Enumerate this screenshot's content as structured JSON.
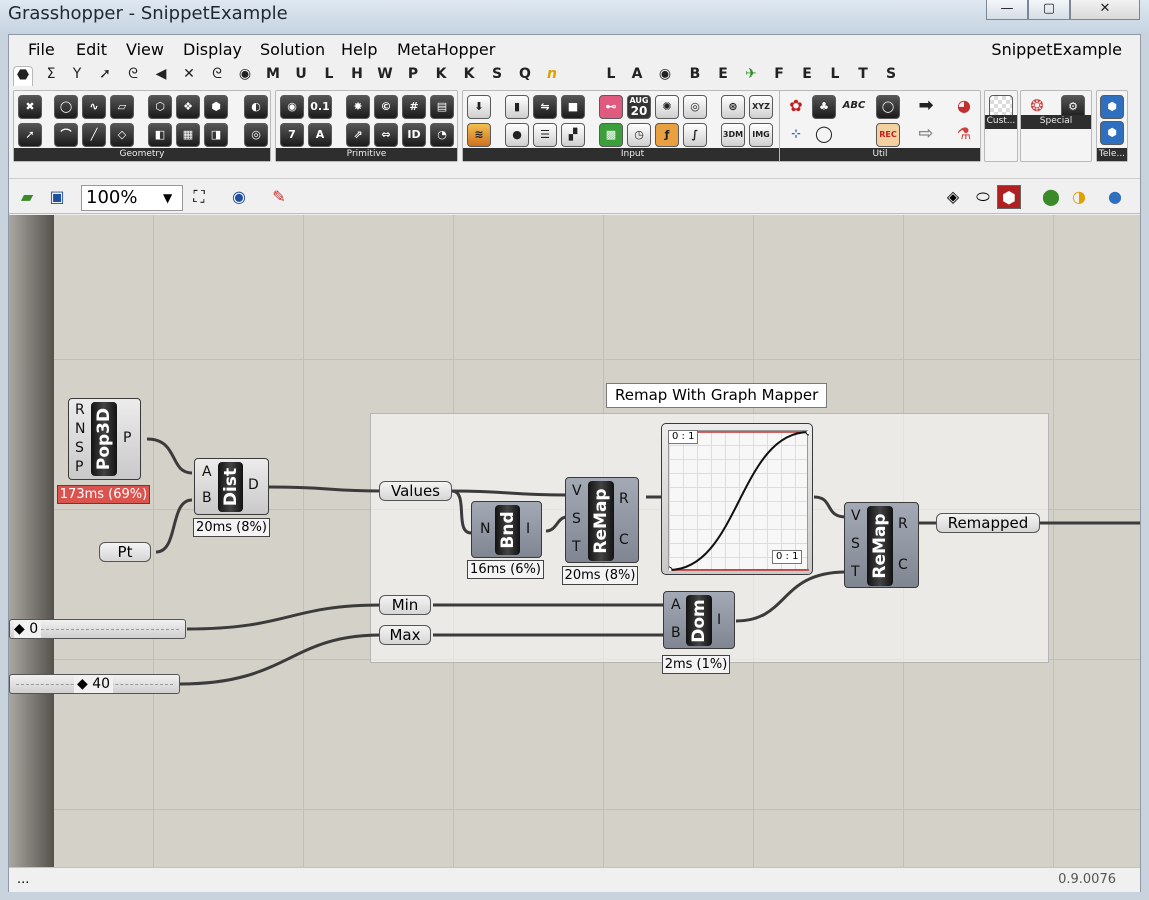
{
  "window": {
    "title": "Grasshopper - SnippetExample",
    "btn_min": "—",
    "btn_max": "▢",
    "btn_close": "✕"
  },
  "menu": {
    "items": [
      "File",
      "Edit",
      "View",
      "Display",
      "Solution",
      "Help",
      "MetaHopper"
    ],
    "doc_name": "SnippetExample"
  },
  "tabs": [
    "⬣",
    "Σ",
    "Y",
    "➚",
    "ᘓ",
    "◀",
    "✕",
    "ᘓ",
    "◉",
    "M",
    "U",
    "L",
    "H",
    "W",
    "P",
    "K",
    "K",
    "S",
    "Q",
    "n",
    "L",
    "A",
    "◉",
    "B",
    "E",
    "✈",
    "F",
    "E",
    "L",
    "T",
    "S"
  ],
  "ribbon": {
    "groups": [
      "Geometry",
      "Primitive",
      "Input",
      "Util",
      "Cust...",
      "Special",
      "Tele..."
    ],
    "input_icons": {
      "date_month": "AUG",
      "date_day": "20",
      "xyz": "XYZ",
      "d3dm": "3DM",
      "img": "IMG",
      "rec": "REC",
      "abc": "ABC"
    },
    "primitive_icons": {
      "val01": "0.1",
      "seven": "7",
      "A": "A",
      "ID": "ID"
    }
  },
  "toolbar": {
    "zoom": "100%"
  },
  "canvas": {
    "group_label": "Remap With Graph Mapper",
    "pop3d": {
      "name": "Pop3D",
      "inputs": [
        "R",
        "N",
        "S",
        "P"
      ],
      "output": "P",
      "timing": "173ms (69%)"
    },
    "dist": {
      "name": "Dist",
      "inputs": [
        "A",
        "B"
      ],
      "output": "D",
      "timing": "20ms (8%)"
    },
    "pt_param": "Pt",
    "values_param": "Values",
    "bnd": {
      "name": "Bnd",
      "input": "N",
      "output": "I",
      "timing": "16ms (6%)"
    },
    "remap1": {
      "name": "ReMap",
      "inputs": [
        "V",
        "S",
        "T"
      ],
      "outputs": [
        "R",
        "C"
      ],
      "timing": "20ms (8%)"
    },
    "graph": {
      "tag_tl": "0 : 1",
      "tag_br": "0 : 1"
    },
    "remap2": {
      "name": "ReMap",
      "inputs": [
        "V",
        "S",
        "T"
      ],
      "outputs": [
        "R",
        "C"
      ]
    },
    "remapped_param": "Remapped",
    "min_param": "Min",
    "max_param": "Max",
    "dom": {
      "name": "Dom",
      "inputs": [
        "A",
        "B"
      ],
      "output": "I",
      "timing": "2ms (1%)"
    },
    "slider_a": "0",
    "slider_b": "40"
  },
  "status": {
    "left": "...",
    "version": "0.9.0076"
  }
}
